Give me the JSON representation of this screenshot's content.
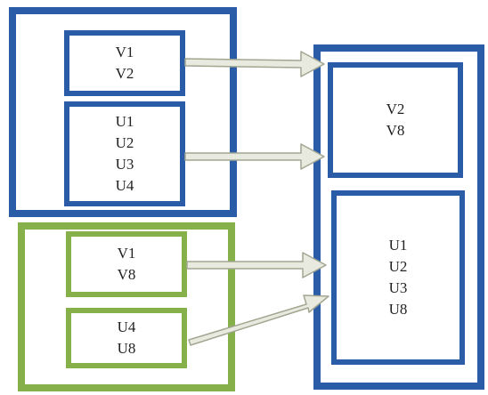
{
  "colors": {
    "blue": "#2a5ca8",
    "green": "#86b04a",
    "arrow_fill": "#e8eadf",
    "arrow_stroke": "#a2a691",
    "text": "#222222"
  },
  "left_blue_group": {
    "box1": {
      "items": [
        "V1",
        "V2"
      ]
    },
    "box2": {
      "items": [
        "U1",
        "U2",
        "U3",
        "U4"
      ]
    }
  },
  "left_green_group": {
    "box1": {
      "items": [
        "V1",
        "V8"
      ]
    },
    "box2": {
      "items": [
        "U4",
        "U8"
      ]
    }
  },
  "right_group": {
    "box1": {
      "items": [
        "V2",
        "V8"
      ]
    },
    "box2": {
      "items": [
        "U1",
        "U2",
        "U3",
        "U8"
      ]
    }
  }
}
